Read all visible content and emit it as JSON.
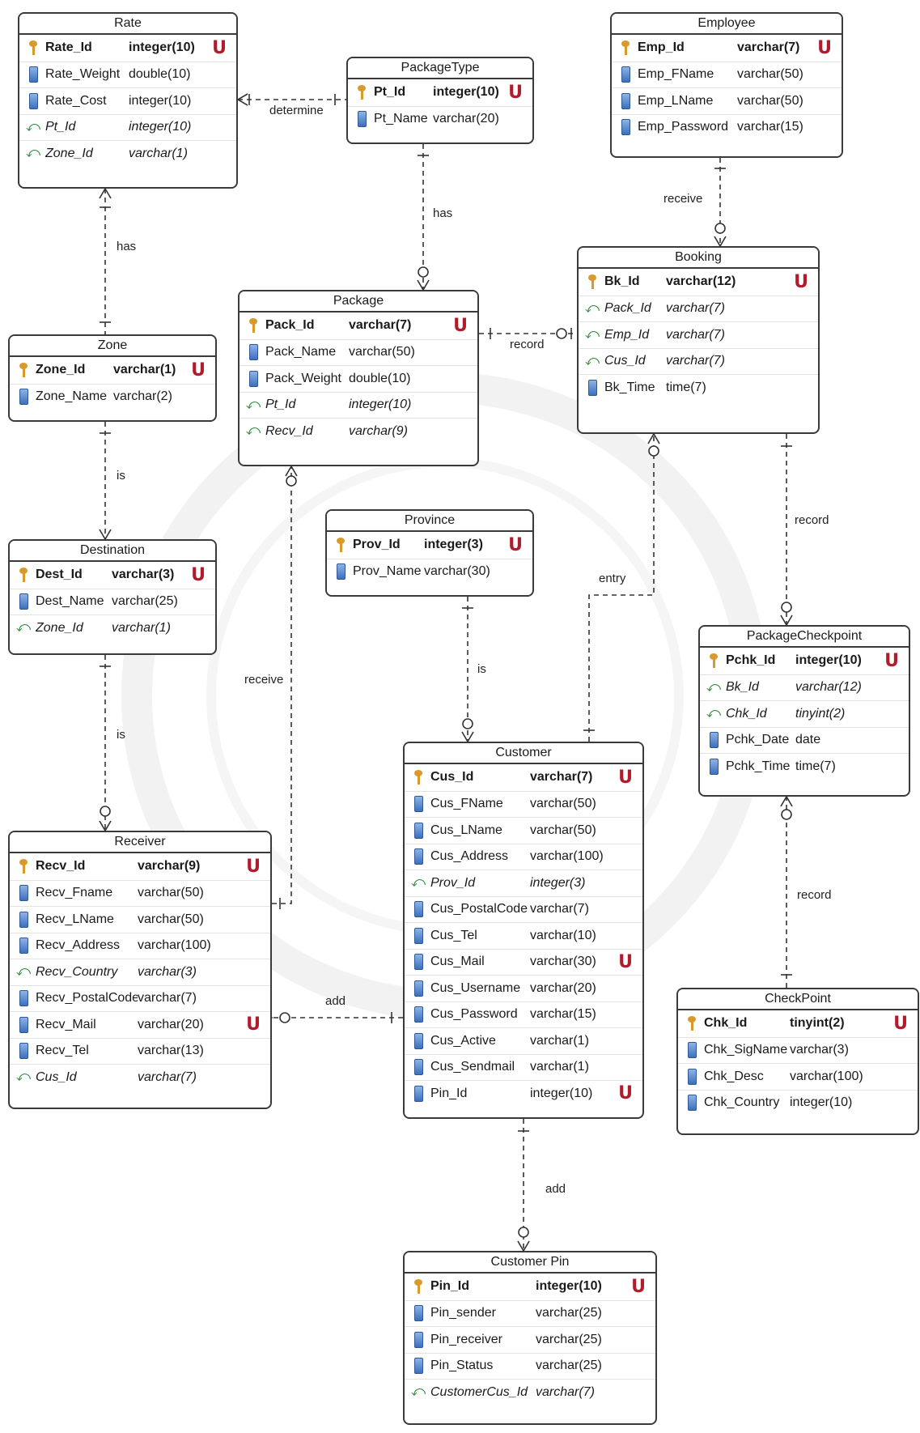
{
  "icons": {
    "pk": "key-icon",
    "col": "column-icon",
    "fk": "foreign-key-arrow-icon",
    "unique": "unique-constraint-icon"
  },
  "colors": {
    "border": "#3a3a3a",
    "unique": "#b01c2c",
    "key": "#d99a2b",
    "fk": "#2f8a3a"
  },
  "entities": [
    {
      "id": "rate",
      "title": "Rate",
      "rows": [
        {
          "kind": "pk",
          "name": "Rate_Id",
          "type": "integer(10)",
          "unique": true
        },
        {
          "kind": "col",
          "name": "Rate_Weight",
          "type": "double(10)",
          "unique": false
        },
        {
          "kind": "col",
          "name": "Rate_Cost",
          "type": "integer(10)",
          "unique": false
        },
        {
          "kind": "fk",
          "name": "Pt_Id",
          "type": "integer(10)",
          "unique": false
        },
        {
          "kind": "fk",
          "name": "Zone_Id",
          "type": "varchar(1)",
          "unique": false
        }
      ]
    },
    {
      "id": "packagetype",
      "title": "PackageType",
      "rows": [
        {
          "kind": "pk",
          "name": "Pt_Id",
          "type": "integer(10)",
          "unique": true
        },
        {
          "kind": "col",
          "name": "Pt_Name",
          "type": "varchar(20)",
          "unique": false
        }
      ]
    },
    {
      "id": "employee",
      "title": "Employee",
      "rows": [
        {
          "kind": "pk",
          "name": "Emp_Id",
          "type": "varchar(7)",
          "unique": true
        },
        {
          "kind": "col",
          "name": "Emp_FName",
          "type": "varchar(50)",
          "unique": false
        },
        {
          "kind": "col",
          "name": "Emp_LName",
          "type": "varchar(50)",
          "unique": false
        },
        {
          "kind": "col",
          "name": "Emp_Password",
          "type": "varchar(15)",
          "unique": false
        }
      ]
    },
    {
      "id": "booking",
      "title": "Booking",
      "rows": [
        {
          "kind": "pk",
          "name": "Bk_Id",
          "type": "varchar(12)",
          "unique": true
        },
        {
          "kind": "fk",
          "name": "Pack_Id",
          "type": "varchar(7)",
          "unique": false
        },
        {
          "kind": "fk",
          "name": "Emp_Id",
          "type": "varchar(7)",
          "unique": false
        },
        {
          "kind": "fk",
          "name": "Cus_Id",
          "type": "varchar(7)",
          "unique": false
        },
        {
          "kind": "col",
          "name": "Bk_Time",
          "type": "time(7)",
          "unique": false
        }
      ]
    },
    {
      "id": "package",
      "title": "Package",
      "rows": [
        {
          "kind": "pk",
          "name": "Pack_Id",
          "type": "varchar(7)",
          "unique": true
        },
        {
          "kind": "col",
          "name": "Pack_Name",
          "type": "varchar(50)",
          "unique": false
        },
        {
          "kind": "col",
          "name": "Pack_Weight",
          "type": "double(10)",
          "unique": false
        },
        {
          "kind": "fk",
          "name": "Pt_Id",
          "type": "integer(10)",
          "unique": false
        },
        {
          "kind": "fk",
          "name": "Recv_Id",
          "type": "varchar(9)",
          "unique": false
        }
      ]
    },
    {
      "id": "zone",
      "title": "Zone",
      "rows": [
        {
          "kind": "pk",
          "name": "Zone_Id",
          "type": "varchar(1)",
          "unique": true
        },
        {
          "kind": "col",
          "name": "Zone_Name",
          "type": "varchar(2)",
          "unique": false
        }
      ]
    },
    {
      "id": "destination",
      "title": "Destination",
      "rows": [
        {
          "kind": "pk",
          "name": "Dest_Id",
          "type": "varchar(3)",
          "unique": true
        },
        {
          "kind": "col",
          "name": "Dest_Name",
          "type": "varchar(25)",
          "unique": false
        },
        {
          "kind": "fk",
          "name": "Zone_Id",
          "type": "varchar(1)",
          "unique": false
        }
      ]
    },
    {
      "id": "province",
      "title": "Province",
      "rows": [
        {
          "kind": "pk",
          "name": "Prov_Id",
          "type": "integer(3)",
          "unique": true
        },
        {
          "kind": "col",
          "name": "Prov_Name",
          "type": "varchar(30)",
          "unique": false
        }
      ]
    },
    {
      "id": "packagecheckpoint",
      "title": "PackageCheckpoint",
      "rows": [
        {
          "kind": "pk",
          "name": "Pchk_Id",
          "type": "integer(10)",
          "unique": true
        },
        {
          "kind": "fk",
          "name": "Bk_Id",
          "type": "varchar(12)",
          "unique": false
        },
        {
          "kind": "fk",
          "name": "Chk_Id",
          "type": "tinyint(2)",
          "unique": false
        },
        {
          "kind": "col",
          "name": "Pchk_Date",
          "type": "date",
          "unique": false
        },
        {
          "kind": "col",
          "name": "Pchk_Time",
          "type": "time(7)",
          "unique": false
        }
      ]
    },
    {
      "id": "receiver",
      "title": "Receiver",
      "rows": [
        {
          "kind": "pk",
          "name": "Recv_Id",
          "type": "varchar(9)",
          "unique": true
        },
        {
          "kind": "col",
          "name": "Recv_Fname",
          "type": "varchar(50)",
          "unique": false
        },
        {
          "kind": "col",
          "name": "Recv_LName",
          "type": "varchar(50)",
          "unique": false
        },
        {
          "kind": "col",
          "name": "Recv_Address",
          "type": "varchar(100)",
          "unique": false
        },
        {
          "kind": "fk",
          "name": "Recv_Country",
          "type": "varchar(3)",
          "unique": false
        },
        {
          "kind": "col",
          "name": "Recv_PostalCode",
          "type": "varchar(7)",
          "unique": false
        },
        {
          "kind": "col",
          "name": "Recv_Mail",
          "type": "varchar(20)",
          "unique": true
        },
        {
          "kind": "col",
          "name": "Recv_Tel",
          "type": "varchar(13)",
          "unique": false
        },
        {
          "kind": "fk",
          "name": "Cus_Id",
          "type": "varchar(7)",
          "unique": false
        }
      ]
    },
    {
      "id": "customer",
      "title": "Customer",
      "rows": [
        {
          "kind": "pk",
          "name": "Cus_Id",
          "type": "varchar(7)",
          "unique": true
        },
        {
          "kind": "col",
          "name": "Cus_FName",
          "type": "varchar(50)",
          "unique": false
        },
        {
          "kind": "col",
          "name": "Cus_LName",
          "type": "varchar(50)",
          "unique": false
        },
        {
          "kind": "col",
          "name": "Cus_Address",
          "type": "varchar(100)",
          "unique": false
        },
        {
          "kind": "fk",
          "name": "Prov_Id",
          "type": "integer(3)",
          "unique": false
        },
        {
          "kind": "col",
          "name": "Cus_PostalCode",
          "type": "varchar(7)",
          "unique": false
        },
        {
          "kind": "col",
          "name": "Cus_Tel",
          "type": "varchar(10)",
          "unique": false
        },
        {
          "kind": "col",
          "name": "Cus_Mail",
          "type": "varchar(30)",
          "unique": true
        },
        {
          "kind": "col",
          "name": "Cus_Username",
          "type": "varchar(20)",
          "unique": false
        },
        {
          "kind": "col",
          "name": "Cus_Password",
          "type": "varchar(15)",
          "unique": false
        },
        {
          "kind": "col",
          "name": "Cus_Active",
          "type": "varchar(1)",
          "unique": false
        },
        {
          "kind": "col",
          "name": "Cus_Sendmail",
          "type": "varchar(1)",
          "unique": false
        },
        {
          "kind": "col",
          "name": "Pin_Id",
          "type": "integer(10)",
          "unique": true
        }
      ]
    },
    {
      "id": "checkpoint",
      "title": "CheckPoint",
      "rows": [
        {
          "kind": "pk",
          "name": "Chk_Id",
          "type": "tinyint(2)",
          "unique": true
        },
        {
          "kind": "col",
          "name": "Chk_SigName",
          "type": "varchar(3)",
          "unique": false
        },
        {
          "kind": "col",
          "name": "Chk_Desc",
          "type": "varchar(100)",
          "unique": false
        },
        {
          "kind": "col",
          "name": "Chk_Country",
          "type": "integer(10)",
          "unique": false
        }
      ]
    },
    {
      "id": "customerpin",
      "title": "Customer Pin",
      "rows": [
        {
          "kind": "pk",
          "name": "Pin_Id",
          "type": "integer(10)",
          "unique": true
        },
        {
          "kind": "col",
          "name": "Pin_sender",
          "type": "varchar(25)",
          "unique": false
        },
        {
          "kind": "col",
          "name": "Pin_receiver",
          "type": "varchar(25)",
          "unique": false
        },
        {
          "kind": "col",
          "name": "Pin_Status",
          "type": "varchar(25)",
          "unique": false
        },
        {
          "kind": "fk",
          "name": "CustomerCus_Id",
          "type": "varchar(7)",
          "unique": false
        }
      ]
    }
  ],
  "relationships": [
    {
      "id": "rel-determine",
      "label": "determine",
      "from": "Rate",
      "to": "PackageType"
    },
    {
      "id": "rel-rate-has",
      "label": "has",
      "from": "Rate",
      "to": "Zone"
    },
    {
      "id": "rel-pkgtype-has",
      "label": "has",
      "from": "PackageType",
      "to": "Package"
    },
    {
      "id": "rel-receive-emp",
      "label": "receive",
      "from": "Employee",
      "to": "Booking"
    },
    {
      "id": "rel-record-pkg",
      "label": "record",
      "from": "Package",
      "to": "Booking"
    },
    {
      "id": "rel-zone-is",
      "label": "is",
      "from": "Zone",
      "to": "Destination"
    },
    {
      "id": "rel-dest-is",
      "label": "is",
      "from": "Destination",
      "to": "Receiver"
    },
    {
      "id": "rel-receive-recv",
      "label": "receive",
      "from": "Receiver",
      "to": "Package"
    },
    {
      "id": "rel-prov-is",
      "label": "is",
      "from": "Province",
      "to": "Customer"
    },
    {
      "id": "rel-entry",
      "label": "entry",
      "from": "Customer",
      "to": "Booking"
    },
    {
      "id": "rel-record-bk",
      "label": "record",
      "from": "Booking",
      "to": "PackageCheckpoint"
    },
    {
      "id": "rel-record-chk",
      "label": "record",
      "from": "CheckPoint",
      "to": "PackageCheckpoint"
    },
    {
      "id": "rel-add-recv",
      "label": "add",
      "from": "Customer",
      "to": "Receiver"
    },
    {
      "id": "rel-add-pin",
      "label": "add",
      "from": "Customer",
      "to": "Customer Pin"
    }
  ]
}
